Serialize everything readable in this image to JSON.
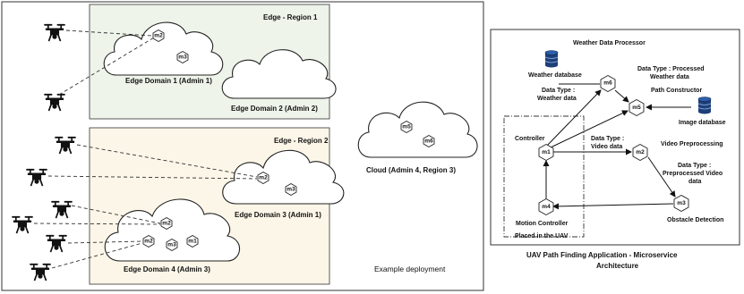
{
  "deployment": {
    "regions": [
      {
        "label": "Edge - Region 1",
        "color": "#eef4ea"
      },
      {
        "label": "Edge - Region 2",
        "color": "#fcf6e8"
      }
    ],
    "domains": [
      {
        "label": "Edge Domain 1 (Admin 1)",
        "services": [
          "m2",
          "m3"
        ]
      },
      {
        "label": "Edge Domain 2 (Admin 2)",
        "services": []
      },
      {
        "label": "Edge Domain 3 (Admin 1)",
        "services": [
          "m2",
          "m3"
        ]
      },
      {
        "label": "Edge Domain 4 (Admin 3)",
        "services": [
          "m2",
          "m2",
          "m3",
          "m1"
        ]
      },
      {
        "label": "Cloud (Admin 4, Region 3)",
        "services": [
          "m5",
          "m6"
        ]
      }
    ],
    "caption": "Example  deployment"
  },
  "architecture": {
    "nodes": {
      "m1": "m1",
      "m2": "m2",
      "m3": "m3",
      "m4": "m4",
      "m5": "m5",
      "m6": "m6"
    },
    "labels": {
      "weather_processor": "Weather Data Processor",
      "weather_db": "Weather database",
      "image_db": "Image database",
      "path_constructor": "Path Constructor",
      "controller": "Controller",
      "video_preprocessing": "Video Preprocessing",
      "motion_controller": "Motion Controller",
      "obstacle_detection": "Obstacle Detection",
      "placed_in_uav": "Placed in the UAV",
      "dt_weather_1": "Data Type :",
      "dt_weather_2": "Weather data",
      "dt_processed_1": "Data Type : Processed",
      "dt_processed_2": "Weather data",
      "dt_video_1": "Data Type :",
      "dt_video_2": "Video data",
      "dt_prevideo_1": "Data Type :",
      "dt_prevideo_2": "Preprocessed Video",
      "dt_prevideo_3": "data"
    },
    "caption_line1": "UAV Path Finding Application -  Microservice",
    "caption_line2": "Architecture"
  }
}
